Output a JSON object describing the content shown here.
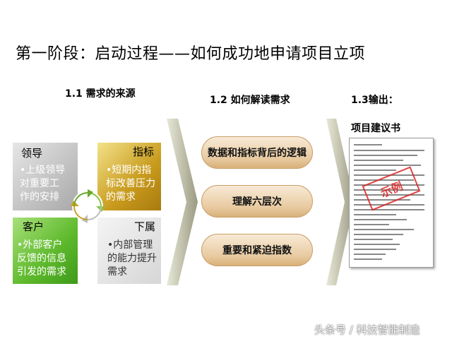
{
  "title": "第一阶段：启动过程——如何成功地申请项目立项",
  "columns": {
    "sources": "1.1 需求的来源",
    "interpret": "1.2 如何解读需求",
    "output": "1.3输出：",
    "output_item": "项目建议书"
  },
  "quadrants": {
    "leader": {
      "label": "领导",
      "text": [
        "•上级领导",
        "对重要工",
        "作的安排"
      ],
      "color": "#b8b8b8"
    },
    "indicator": {
      "label": "指标",
      "text": [
        "•短期内指",
        "标改善压力",
        "的需求"
      ],
      "color": "#c9a227"
    },
    "customer": {
      "label": "客户",
      "text": [
        "•外部客户",
        "反馈的信息",
        "引发的需求"
      ],
      "color": "#66bb2a"
    },
    "subordinate": {
      "label": "下属",
      "text": [
        "•内部管理",
        "的能力提升",
        "需求"
      ],
      "color": "#d9d9d9"
    }
  },
  "pills": [
    "数据和指标背后的逻辑",
    "理解六层次",
    "重要和紧迫指数"
  ],
  "document": {
    "stamp": "示例"
  },
  "watermark": "头条号 / 科技智能制造"
}
